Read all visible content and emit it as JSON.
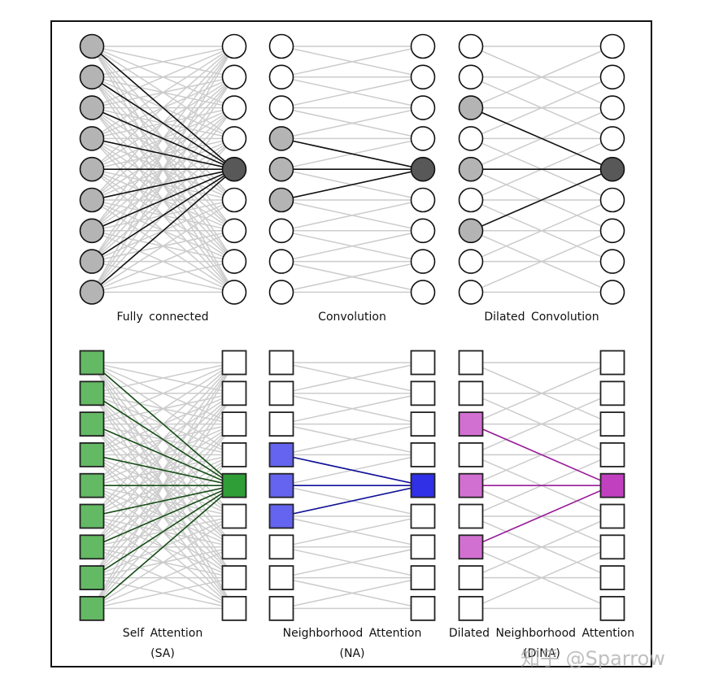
{
  "panels": [
    {
      "id": "fc",
      "label": "Fully connected",
      "sublabel": "",
      "shape": "circle",
      "pattern": "full",
      "highlight_inputs": [
        0,
        1,
        2,
        3,
        4,
        5,
        6,
        7,
        8
      ],
      "target": 4,
      "colors": {
        "input": "#b4b4b4",
        "target": "#585858",
        "edge": "#111111"
      }
    },
    {
      "id": "conv",
      "label": "Convolution",
      "sublabel": "",
      "shape": "circle",
      "pattern": "local",
      "dilation": 1,
      "highlight_inputs": [
        3,
        4,
        5
      ],
      "target": 4,
      "colors": {
        "input": "#b4b4b4",
        "target": "#585858",
        "edge": "#111111"
      }
    },
    {
      "id": "dconv",
      "label": "Dilated Convolution",
      "sublabel": "",
      "shape": "circle",
      "pattern": "local",
      "dilation": 2,
      "highlight_inputs": [
        2,
        4,
        6
      ],
      "target": 4,
      "colors": {
        "input": "#b4b4b4",
        "target": "#585858",
        "edge": "#111111"
      }
    },
    {
      "id": "sa",
      "label": "Self Attention",
      "sublabel": "(SA)",
      "shape": "square",
      "pattern": "full",
      "highlight_inputs": [
        0,
        1,
        2,
        3,
        4,
        5,
        6,
        7,
        8
      ],
      "target": 4,
      "colors": {
        "input": "#64b964",
        "target": "#2f9e37",
        "edge": "#164d16"
      }
    },
    {
      "id": "na",
      "label": "Neighborhood Attention",
      "sublabel": "(NA)",
      "shape": "square",
      "pattern": "local",
      "dilation": 1,
      "highlight_inputs": [
        3,
        4,
        5
      ],
      "target": 4,
      "colors": {
        "input": "#6464f0",
        "target": "#3030e6",
        "edge": "#10109a"
      }
    },
    {
      "id": "dina",
      "label": "Dilated Neighborhood Attention",
      "sublabel": "(DiNA)",
      "shape": "square",
      "pattern": "local",
      "dilation": 2,
      "highlight_inputs": [
        2,
        4,
        6
      ],
      "target": 4,
      "colors": {
        "input": "#d270d2",
        "target": "#c040c0",
        "edge": "#9a1a9a"
      }
    }
  ],
  "nodes_per_column": 9,
  "neutral_edge_color": "#cccccc",
  "watermark": "知乎 @Sparrow"
}
